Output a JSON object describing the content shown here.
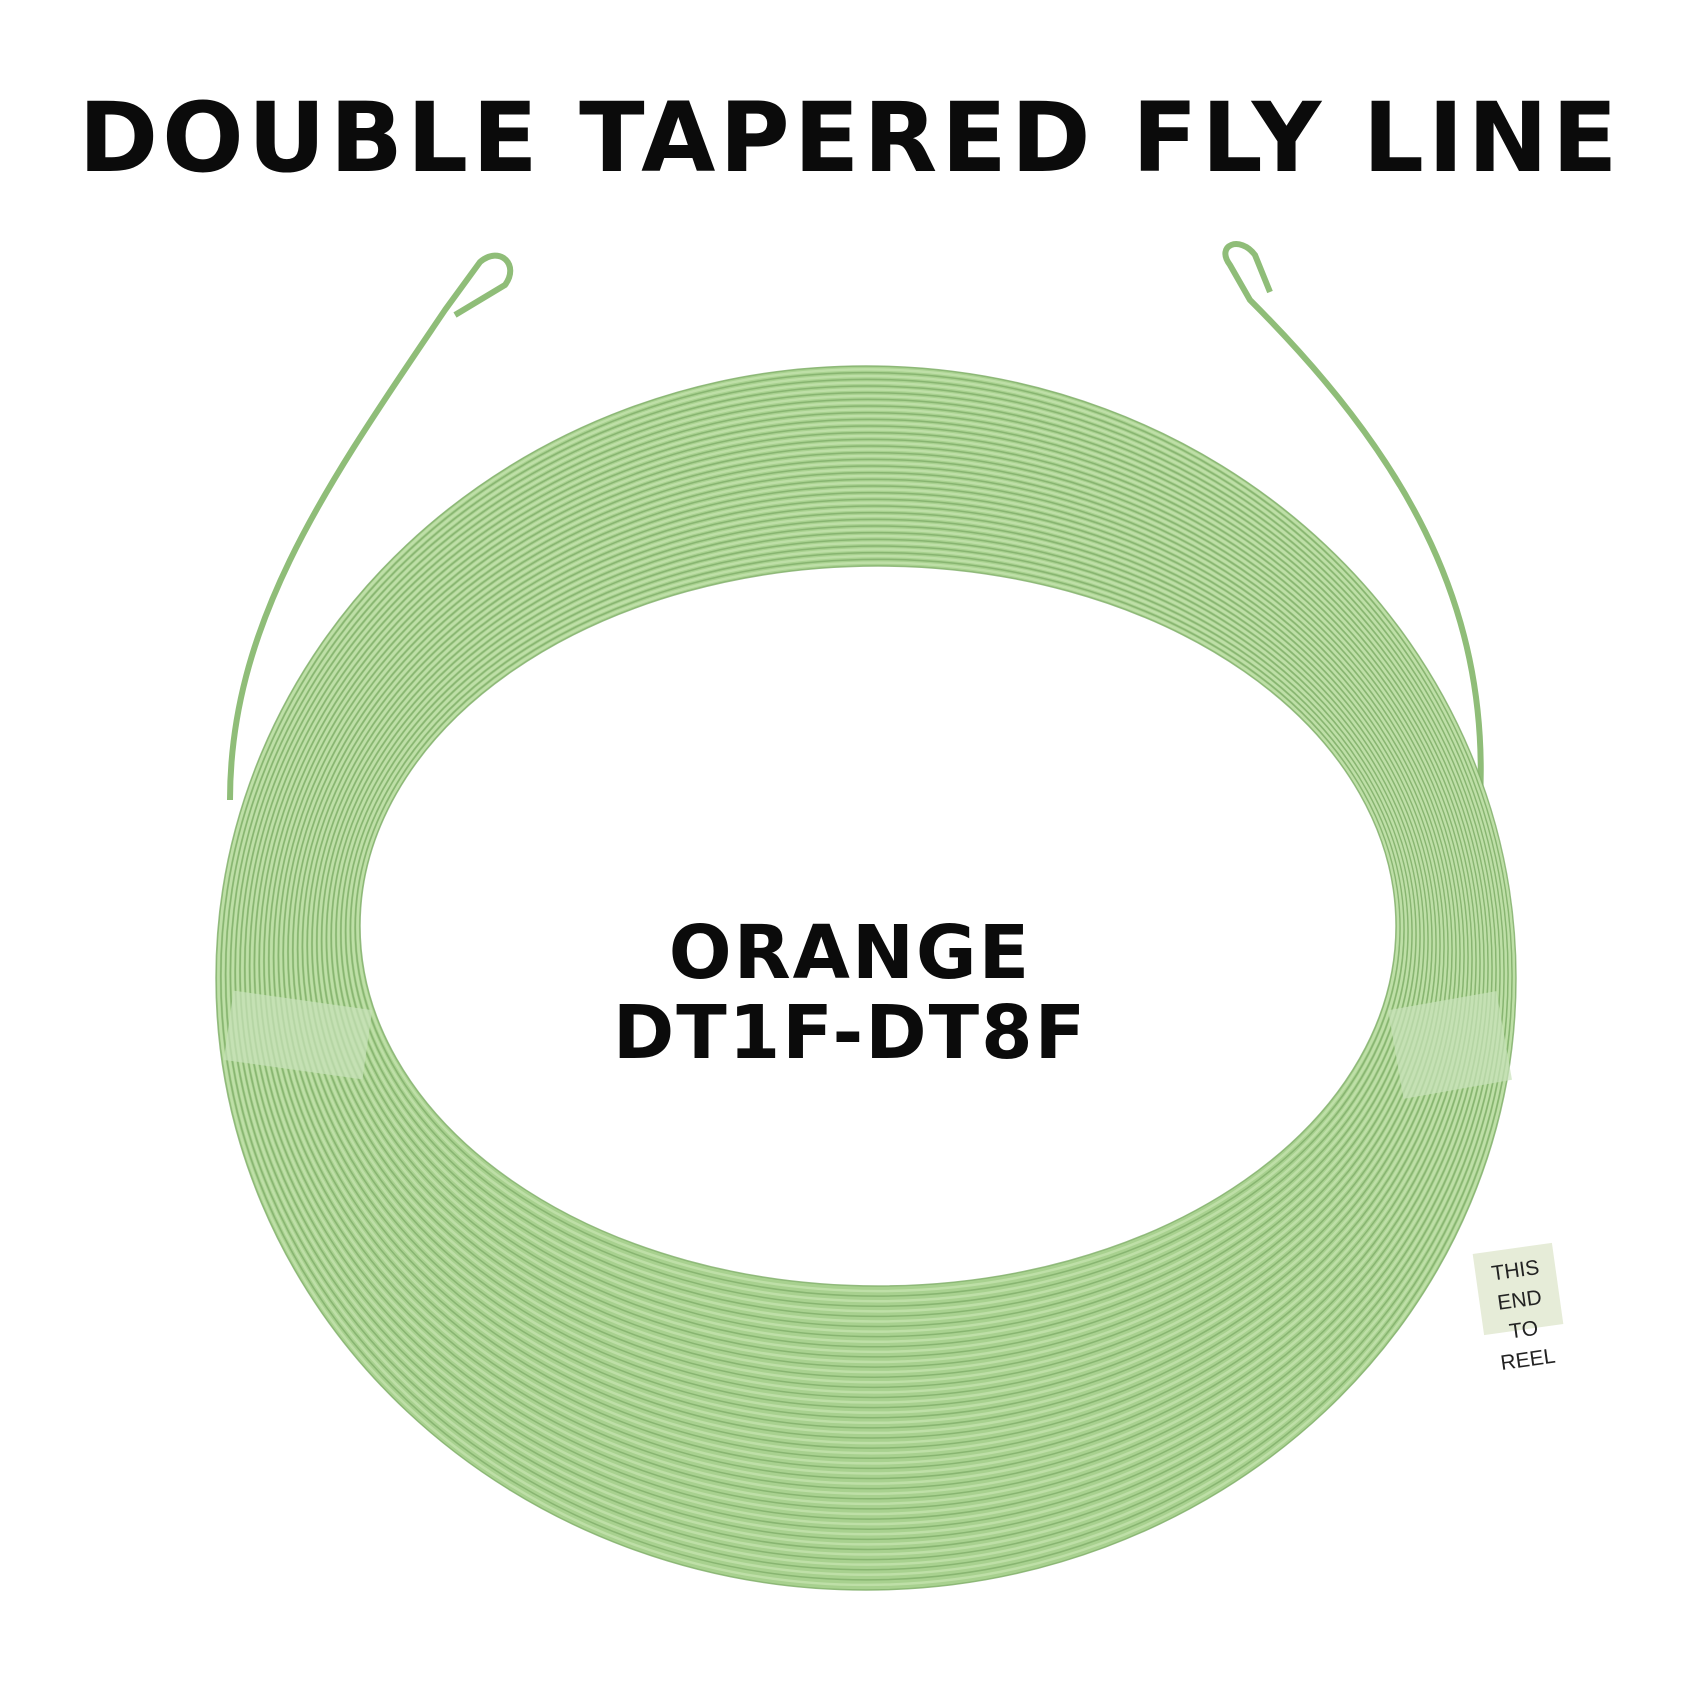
{
  "title": "DOUBLE TAPERED FLY LINE",
  "center_text": {
    "line1": "ORANGE",
    "line2": "DT1F-DT8F"
  },
  "tag": {
    "line1": "THIS END",
    "line2": "TO REEL"
  },
  "colors": {
    "line": "#a5d08e",
    "line_dark": "#6f9e5c",
    "text": "#0b0b0b",
    "background": "#ffffff"
  }
}
